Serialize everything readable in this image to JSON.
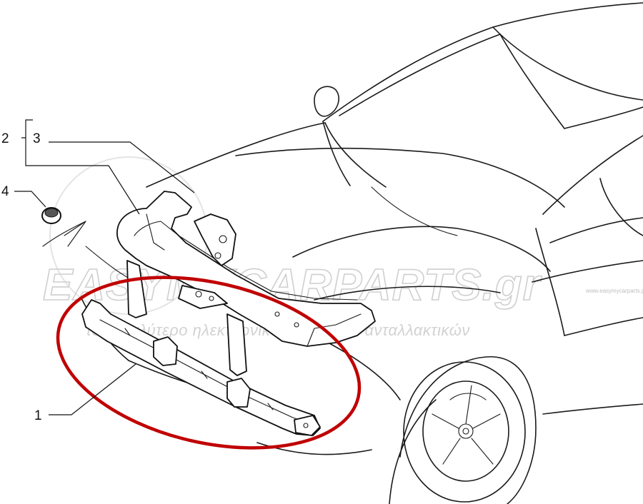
{
  "callouts": [
    {
      "id": "1",
      "label": "1"
    },
    {
      "id": "2",
      "label": "2"
    },
    {
      "id": "3",
      "label": "3"
    },
    {
      "id": "4",
      "label": "4"
    }
  ],
  "watermark": {
    "brand": "EASYMYCARPARTS.gr",
    "tagline": "το μεγαλύτερο ηλεκτρονικό κατάστημα ανταλλακτικών",
    "corner": "www.easymycarparts.gr"
  },
  "highlight": {
    "color": "#c00000",
    "target": "1"
  },
  "colors": {
    "line": "#1a1a1a",
    "watermark": "#cfcfcf"
  }
}
